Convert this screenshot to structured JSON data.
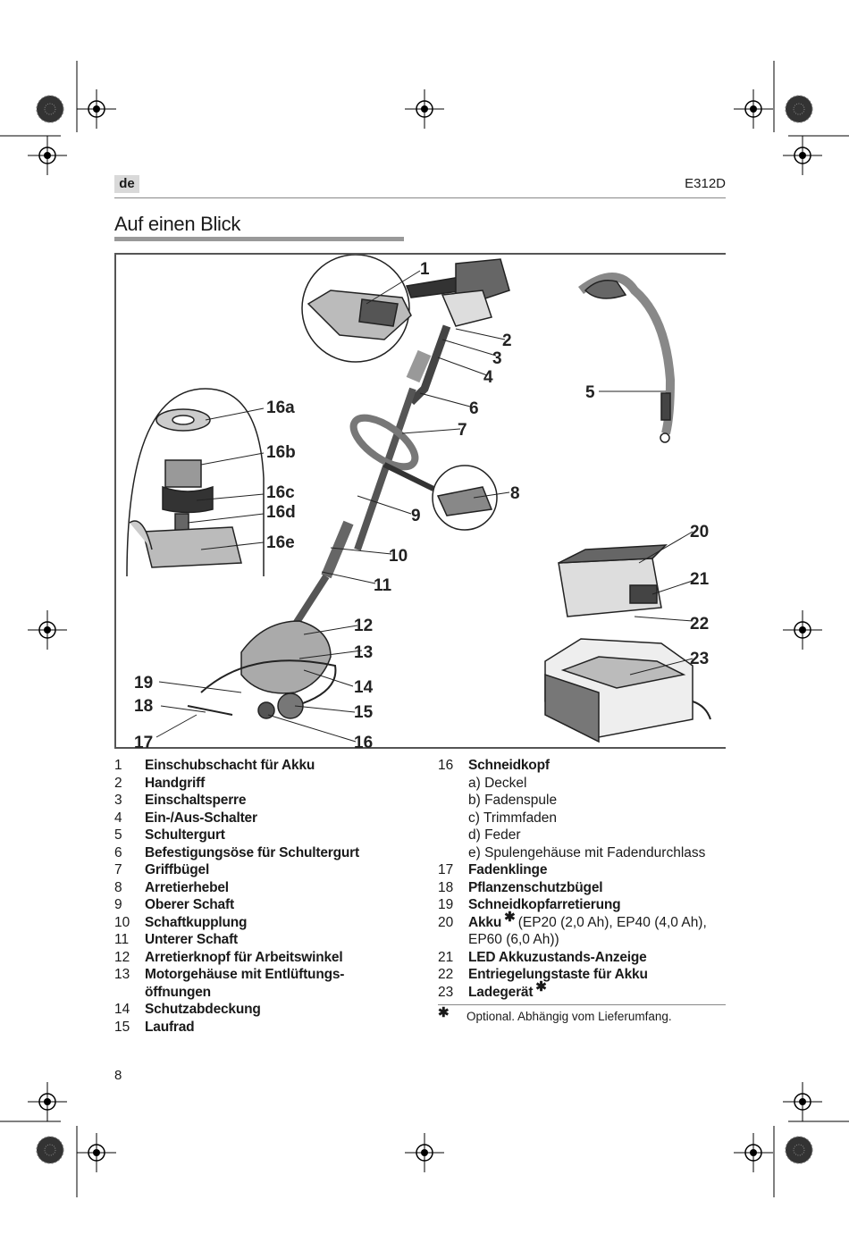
{
  "header": {
    "lang": "de",
    "model": "E312D"
  },
  "title": "Auf einen Blick",
  "figure": {
    "callouts": [
      "1",
      "2",
      "3",
      "4",
      "5",
      "6",
      "7",
      "8",
      "9",
      "10",
      "11",
      "12",
      "13",
      "14",
      "15",
      "16",
      "17",
      "18",
      "19",
      "20",
      "21",
      "22",
      "23",
      "16a",
      "16b",
      "16c",
      "16d",
      "16e"
    ]
  },
  "legend": {
    "left": [
      {
        "num": "1",
        "label": "Einschubschacht für Akku"
      },
      {
        "num": "2",
        "label": "Handgriff"
      },
      {
        "num": "3",
        "label": "Einschaltsperre"
      },
      {
        "num": "4",
        "label": "Ein-/Aus-Schalter"
      },
      {
        "num": "5",
        "label": "Schultergurt"
      },
      {
        "num": "6",
        "label": "Befestigungsöse für Schultergurt"
      },
      {
        "num": "7",
        "label": "Griffbügel"
      },
      {
        "num": "8",
        "label": "Arretierhebel"
      },
      {
        "num": "9",
        "label": "Oberer Schaft"
      },
      {
        "num": "10",
        "label": "Schaftkupplung"
      },
      {
        "num": "11",
        "label": "Unterer Schaft"
      },
      {
        "num": "12",
        "label": "Arretierknopf für Arbeitswinkel"
      },
      {
        "num": "13",
        "label": "Motorgehäuse mit Entlüftungs-",
        "cont": "öffnungen"
      },
      {
        "num": "14",
        "label": "Schutzabdeckung"
      },
      {
        "num": "15",
        "label": "Laufrad"
      }
    ],
    "right": [
      {
        "num": "16",
        "label": "Schneidkopf",
        "subs": [
          "a) Deckel",
          "b) Fadenspule",
          "c) Trimmfaden",
          "d) Feder",
          "e) Spulengehäuse mit Fadendurchlass"
        ]
      },
      {
        "num": "17",
        "label": "Fadenklinge"
      },
      {
        "num": "18",
        "label": "Pflanzenschutzbügel"
      },
      {
        "num": "19",
        "label": "Schneidkopfarretierung"
      },
      {
        "num": "20",
        "label": "Akku",
        "star": "✱",
        "after": "(EP20 (2,0 Ah), EP40 (4,0 Ah),",
        "cont": "EP60 (6,0 Ah))"
      },
      {
        "num": "21",
        "label": "LED Akkuzustands-Anzeige"
      },
      {
        "num": "22",
        "label": "Entriegelungstaste für Akku"
      },
      {
        "num": "23",
        "label": "Ladegerät",
        "star": "✱"
      }
    ]
  },
  "footnote": {
    "star": "✱",
    "text": "Optional. Abhängig vom Lieferumfang."
  },
  "page_number": "8"
}
